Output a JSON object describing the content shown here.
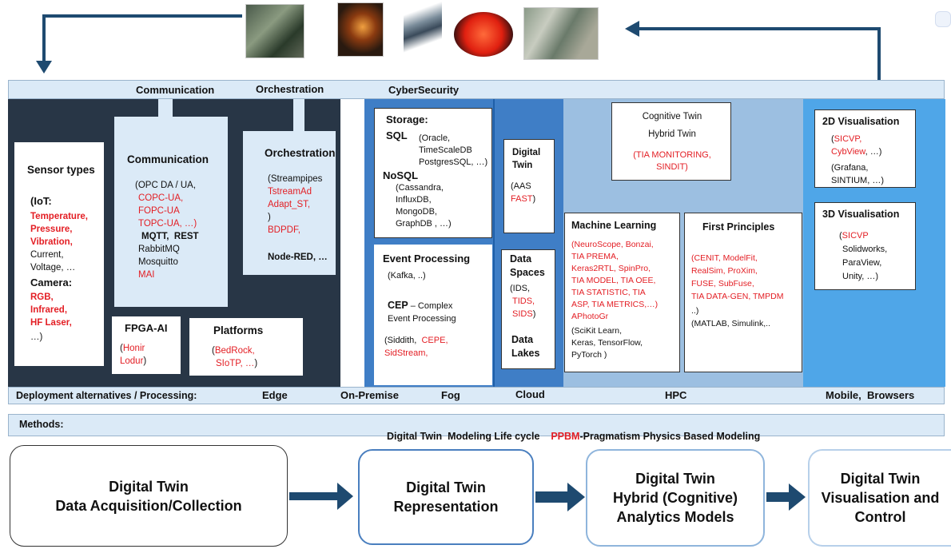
{
  "bands": {
    "top_labels": [
      "Communication",
      "Orchestration",
      "CyberSecurity"
    ],
    "deployment": {
      "label": "Deployment alternatives / Processing:",
      "edge": "Edge",
      "on_premise": "On-Premise",
      "fog": "Fog",
      "cloud": "Cloud",
      "hpc": "HPC",
      "mobile": "Mobile,  Browsers"
    },
    "methods": {
      "label": "Methods:",
      "text1": "Digital Twin  Modeling Life cycle",
      "ppbm": "PPBM",
      "text2": "-Pragmatism Physics Based Modeling"
    }
  },
  "edge": {
    "sensor": {
      "title": "Sensor types",
      "iot": "(IoT:",
      "iot_red": [
        "Temperature,",
        "Pressure,",
        "Vibration,"
      ],
      "iot_black": [
        "Current,",
        "Voltage, …"
      ],
      "camera": "Camera:",
      "camera_red": [
        "RGB,",
        "Infrared,",
        "HF Laser,"
      ],
      "end": "…)"
    },
    "communication": {
      "title": "Communication",
      "line1": "(OPC DA / UA,",
      "red1": [
        "COPC-UA,",
        "FOPC-UA",
        "TOPC-UA, …)"
      ],
      "mqtt": "MQTT,  REST",
      "black": [
        "RabbitMQ",
        "Mosquitto"
      ],
      "mai": "MAI"
    },
    "orchestration": {
      "title": "Orchestration",
      "line1": "(Streampipes",
      "red": [
        "TstreamAd",
        "Adapt_ST,"
      ],
      "paren": ")",
      "bdpdf": "BDPDF,",
      "nodered": "Node-RED, …"
    },
    "fpga": {
      "title": "FPGA-AI",
      "open": "(",
      "red1": "Honir",
      "red2": "Lodur",
      "close": ")"
    },
    "platforms": {
      "title": "Platforms",
      "open": "(",
      "red1": "BedRock,",
      "red2": "SIoTP, …",
      "close": ")"
    }
  },
  "onprem": {
    "storage": {
      "title": "Storage:",
      "sql": "SQL",
      "sql_items": [
        "(Oracle,",
        "TimeScaleDB",
        "PostgresSQL, …)"
      ],
      "nosql": "NoSQL",
      "nosql_items": [
        "(Cassandra,",
        "InfluxDB,",
        "MongoDB,",
        "GraphDB , …)"
      ]
    },
    "event": {
      "title": "Event Processing",
      "kafka": "(Kafka, ..)",
      "cep": "CEP",
      "cep_rest": " – Complex",
      "cep2": "Event Processing",
      "siddith": "(Siddith,",
      "cepe": "CEPE,",
      "sidstream": "SidStream,"
    }
  },
  "fog": {
    "dt": {
      "l1": "Digital",
      "l2": "Twin",
      "aas": "(AAS",
      "fast": "FAST",
      "close": ")"
    },
    "spaces": {
      "l1": "Data",
      "l2": "Spaces",
      "ids": "(IDS,",
      "tids": "TIDS,",
      "sids": "SIDS",
      "close": ")",
      "lakes1": "Data",
      "lakes2": "Lakes"
    }
  },
  "hpc": {
    "cognitive": {
      "l1": "Cognitive Twin",
      "l2": "Hybrid Twin",
      "red": [
        "(TIA MONITORING,",
        "SINDIT)"
      ]
    },
    "ml": {
      "title": "Machine Learning",
      "red": [
        "(NeuroScope, Bonzai,",
        "TIA PREMA,",
        "Keras2RTL, SpinPro,",
        "TIA MODEL, TIA OEE,",
        "TIA STATISTIC, TIA",
        "ASP, TIA METRICS,…)",
        "APhotoGr"
      ],
      "black": [
        "(SciKit Learn,",
        "Keras, TensorFlow,",
        "PyTorch )"
      ]
    },
    "fp": {
      "title": "First Principles",
      "red": [
        "(CENIT, ModelFit,",
        "RealSim, ProXim,",
        "FUSE, SubFuse,",
        "TIA DATA-GEN, TMPDM"
      ],
      "black": [
        " ..)",
        "(MATLAB, Simulink,.."
      ]
    }
  },
  "mobile": {
    "v2d": {
      "title": "2D Visualisation",
      "open": "(",
      "red": [
        "SICVP,",
        "CybView"
      ],
      "etc": ", …)",
      "black": [
        "(Grafana,",
        "SINTIUM, …)"
      ]
    },
    "v3d": {
      "title": "3D Visualisation",
      "open": "(",
      "red": "SICVP",
      "black": [
        "Solidworks,",
        "ParaView,",
        "Unity, …)"
      ]
    }
  },
  "flow": [
    {
      "l1": "Digital Twin",
      "l2": "Data Acquisition/Collection"
    },
    {
      "l1": "Digital Twin",
      "l2": "Representation"
    },
    {
      "l1": "Digital Twin",
      "l2": "Hybrid (Cognitive)",
      "l3": "Analytics Models"
    },
    {
      "l1": "Digital Twin",
      "l2": "Visualisation and",
      "l3": "Control"
    }
  ],
  "colors": {
    "dark_panel": "#283646",
    "light_blue": "#dbeaf7",
    "mid_blue": "#3f7ec6",
    "pale_blue": "#9cbfe1",
    "bright_blue": "#4fa6e8",
    "arrow": "#1e4a70",
    "red_text": "#e31e24"
  }
}
